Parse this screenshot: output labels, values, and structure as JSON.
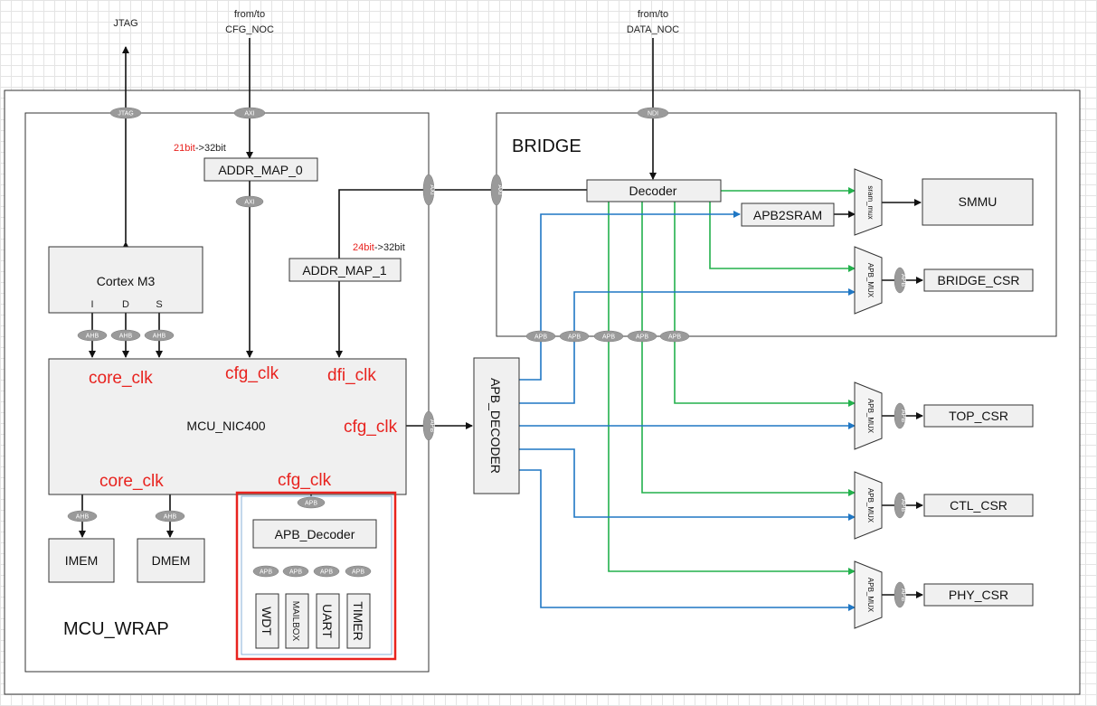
{
  "ext": {
    "jtag": "JTAG",
    "cfg_noc": [
      "from/to",
      "CFG_NOC"
    ],
    "data_noc": [
      "from/to",
      "DATA_NOC"
    ]
  },
  "mcu_wrap": {
    "title": "MCU_WRAP",
    "addr_map_0": "ADDR_MAP_0",
    "addr_map_1": "ADDR_MAP_1",
    "bits_0": {
      "red": "21bit",
      "black": "->32bit"
    },
    "bits_1": {
      "red": "24bit",
      "black": "->32bit"
    },
    "cortex": {
      "title": "Cortex M3",
      "ports": [
        "I",
        "D",
        "S"
      ]
    },
    "nic": {
      "title": "MCU_NIC400",
      "clocks": [
        "core_clk",
        "cfg_clk",
        "dfi_clk",
        "cfg_clk",
        "core_clk",
        "cfg_clk"
      ]
    },
    "imem": "IMEM",
    "dmem": "DMEM",
    "apb_decoder": "APB_Decoder",
    "peripherals": [
      "WDT",
      "MAILBOX",
      "UART",
      "TIMER"
    ]
  },
  "bridge": {
    "title": "BRIDGE",
    "decoder": "Decoder",
    "apb2sram": "APB2SRAM",
    "smmu": "SMMU",
    "bridge_csr": "BRIDGE_CSR",
    "sram_mux": "sram_mux"
  },
  "apb_decoder_main": "APB_DECODER",
  "apb_mux": "APB_MUX",
  "csrs": [
    "TOP_CSR",
    "CTL_CSR",
    "PHY_CSR"
  ],
  "tags": {
    "axi": "AXI",
    "jtag": "JTAG",
    "ndi": "NDI",
    "ahb": "AHB",
    "apb": "APB"
  },
  "colors": {
    "highlight": "#e8231f",
    "green": "#22b14c",
    "blue": "#1f77c4"
  }
}
